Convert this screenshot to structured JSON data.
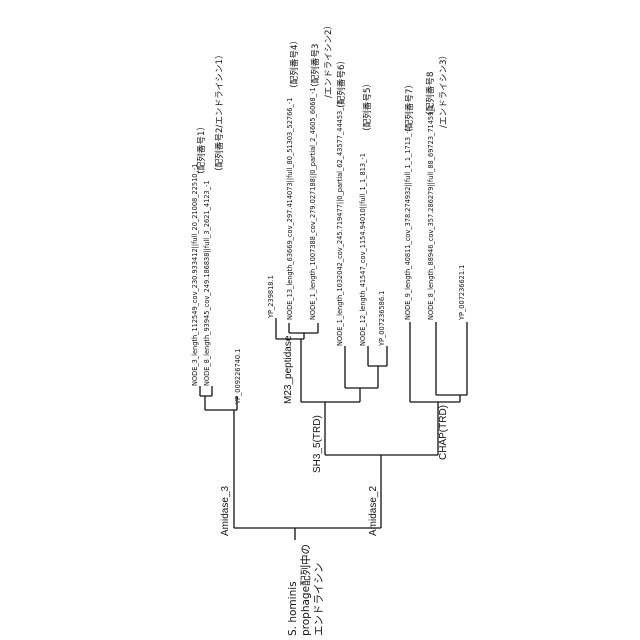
{
  "tree": {
    "root_label": {
      "line1": "S. hominis",
      "line2": "prophage配列中の",
      "line3": "エンドライシン"
    },
    "clades": {
      "amidase3": "Amidase_3",
      "amidase2": "Amidase_2",
      "m23": "M23_peptidase",
      "sh3": "SH3_5(TRD)",
      "chap": "CHAP(TRD)"
    },
    "leaves": [
      {
        "label": "NODE_3_length_112549_cov_230.933412||full_20_21008_22510_-1",
        "note": "（配列番号1）",
        "note2": ""
      },
      {
        "label": "NODE_8_length_93945_cov_249.186838||full_3_2621_4123_-1",
        "note": "（配列番号2/エンドライシン1）",
        "note2": ""
      },
      {
        "label": "YP_009226740.1",
        "note": "",
        "note2": ""
      },
      {
        "label": "YP_239818.1",
        "note": "",
        "note2": ""
      },
      {
        "label": "NODE_13_length_63669_cov_297.414073||full_80_51303_52766_-1",
        "note": "（配列番号4）",
        "note2": ""
      },
      {
        "label": "NODE_1_length_1007388_cov_279.027188||0_partial_2_4605_6068_-1",
        "note": "（配列番号3",
        "note2": "/エンドライシン2）"
      },
      {
        "label": "NODE_1_length_1032042_cov_245.719477||0_partial_62_43577_44453_-1",
        "note": "（配列番号6）",
        "note2": ""
      },
      {
        "label": "NODE_12_length_41547_cov_1154.94010||full_1_1_813_-1",
        "note": "（配列番号5）",
        "note2": ""
      },
      {
        "label": "YP_007236586.1",
        "note": "",
        "note2": ""
      },
      {
        "label": "NODE_9_length_40811_cov_378.274932||full_1_1_1713_-1",
        "note": "（配列番号7）",
        "note2": ""
      },
      {
        "label": "NODE_8_length_88946_cov_357.286279||full_88_69723_71459_1",
        "note": "（配列番号8",
        "note2": "/エンドライシン3）"
      },
      {
        "label": "YP_007236621.1",
        "note": "",
        "note2": ""
      }
    ]
  }
}
